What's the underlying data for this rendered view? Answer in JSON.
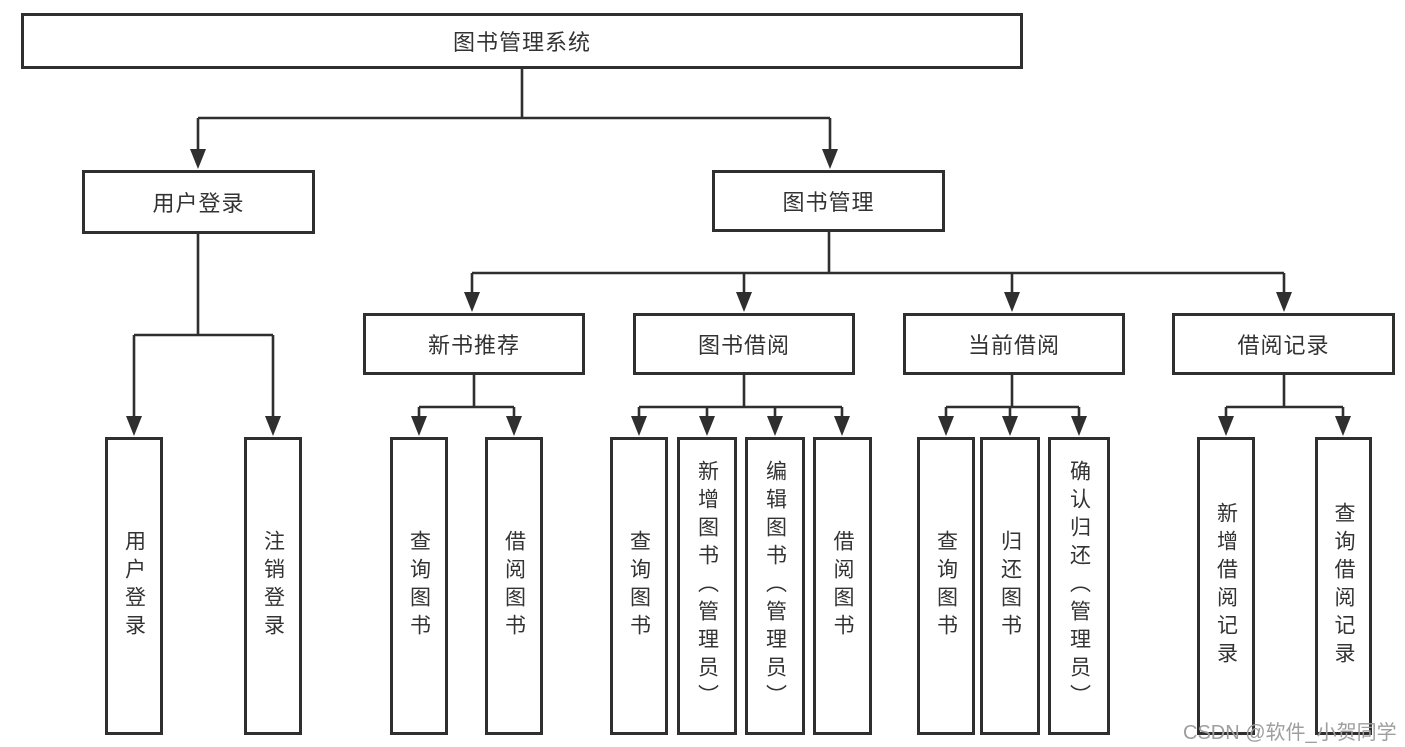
{
  "tree": {
    "label": "图书管理系统",
    "children": [
      {
        "label": "用户登录",
        "children": [
          {
            "label": "用户登录"
          },
          {
            "label": "注销登录"
          }
        ]
      },
      {
        "label": "图书管理",
        "children": [
          {
            "label": "新书推荐",
            "children": [
              {
                "label": "查询图书"
              },
              {
                "label": "借阅图书"
              }
            ]
          },
          {
            "label": "图书借阅",
            "children": [
              {
                "label": "查询图书"
              },
              {
                "label": "新增图书（管理员）"
              },
              {
                "label": "编辑图书（管理员）"
              },
              {
                "label": "借阅图书"
              }
            ]
          },
          {
            "label": "当前借阅",
            "children": [
              {
                "label": "查询图书"
              },
              {
                "label": "归还图书"
              },
              {
                "label": "确认归还（管理员）"
              }
            ]
          },
          {
            "label": "借阅记录",
            "children": [
              {
                "label": "新增借阅记录"
              },
              {
                "label": "查询借阅记录"
              }
            ]
          }
        ]
      }
    ]
  },
  "watermark": {
    "text": "CSDN @软件_小贺同学"
  },
  "colors": {
    "line": "#2f2f2f",
    "box_background": "#ffffff",
    "text": "#333333",
    "watermark": "#9e9e9e"
  }
}
